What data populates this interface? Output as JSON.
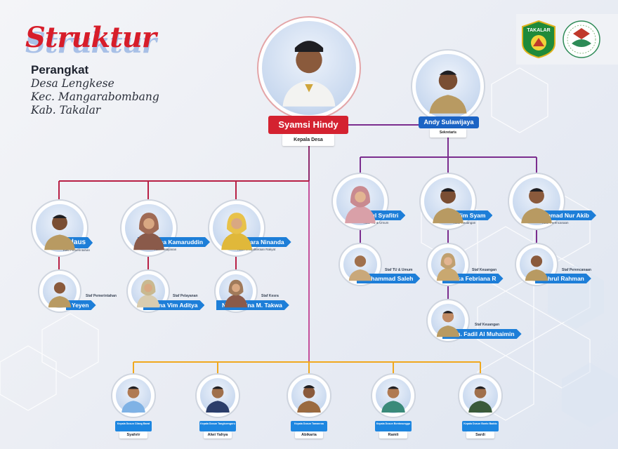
{
  "title": {
    "script": "Struktur",
    "main": "Perangkat",
    "lines": [
      "Desa Lengkese",
      "Kec. Mangarabombang",
      "Kab. Takalar"
    ]
  },
  "logos": {
    "left_label": "TAKALAR"
  },
  "head": {
    "name": "Syamsi Hindy",
    "role": "Kepala Desa"
  },
  "secretary": {
    "name": "Andy Sulawijaya",
    "role": "Sekretaris"
  },
  "kasi": [
    {
      "name": "Firdaus",
      "role": "Kasi Pemerintahan"
    },
    {
      "name": "Indriana Kamaruddin",
      "role": "Kasi Pelayanan"
    },
    {
      "name": "Yuki Dara Ninanda",
      "role": "Kasi Kesejahteraan Rakyat"
    }
  ],
  "kasi_staff": [
    {
      "name": "Yeyen",
      "role": "Staf Pemerintahan"
    },
    {
      "name": "Ratna Vim Aditya",
      "role": "Staf Pelayanan"
    },
    {
      "name": "Nur Madina M. Takwa",
      "role": "Staf Kesra"
    }
  ],
  "kaur": [
    {
      "name": "Nurul Syafitri",
      "role": "Kaur TU & Umum"
    },
    {
      "name": "Alim Syam",
      "role": "Kaur Keuangan"
    },
    {
      "name": "Achmad Nur Akib",
      "role": "Kaur Perencanaan"
    }
  ],
  "kaur_staff": [
    {
      "name": "Muhammad Saleh",
      "role": "Staf TU & Umum"
    },
    {
      "name": "Siska Febriana R",
      "role": "Staf Keuangan"
    },
    {
      "name": "Muh. Fadil Al Muhaimin",
      "role": "Staf Keuangan"
    },
    {
      "name": "Fahrul Rahman",
      "role": "Staf Perencanaan"
    }
  ],
  "dusun": [
    {
      "role": "Kepala Dusun Cilang Barat",
      "name": "Syahrir"
    },
    {
      "role": "Kepala Dusun Tangkoenguru",
      "name": "Alwi Yahya"
    },
    {
      "role": "Kepala Dusun Tamanroa",
      "name": "Abikaria"
    },
    {
      "role": "Kepala Dusun Bontosunggu",
      "name": "Ramli"
    },
    {
      "role": "Kepala Dusun Bonto Baddo",
      "name": "Sardi"
    }
  ],
  "colors": {
    "head_red": "#d42230",
    "tag_blue": "#1d7ed8",
    "line_purple": "#7b2d8e",
    "line_red": "#b82045",
    "line_orange": "#f0a81e"
  }
}
